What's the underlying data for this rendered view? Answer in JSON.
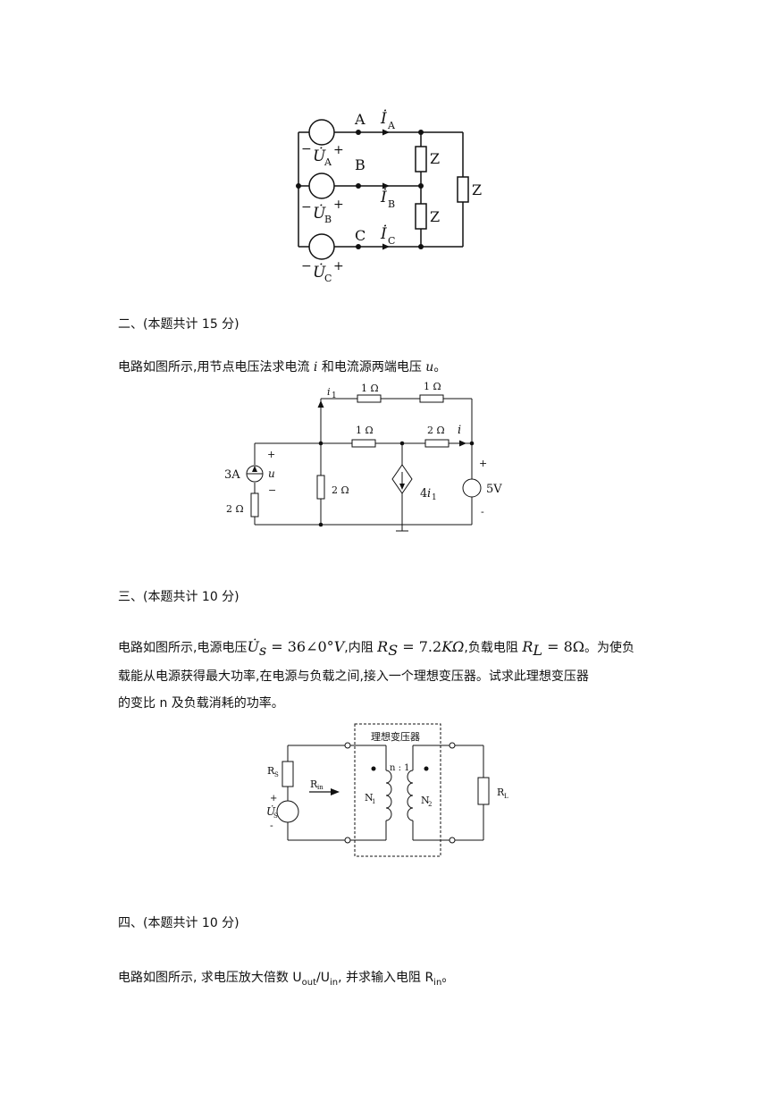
{
  "fig1": {
    "node_a": "A",
    "node_b": "B",
    "node_c": "C",
    "i_a": "İ",
    "i_a_sub": "A",
    "i_b": "İ",
    "i_b_sub": "B",
    "i_c": "İ",
    "i_c_sub": "C",
    "u_a": "U̇",
    "u_a_sub": "A",
    "u_b": "U̇",
    "u_b_sub": "B",
    "u_c": "U̇",
    "u_c_sub": "C",
    "minus": "−",
    "plus": "+",
    "z": "Z"
  },
  "q2": {
    "heading": "二、(本题共计 15 分)",
    "text": "电路如图所示,用节点电压法求电流 ",
    "var_i": "i",
    "text2": " 和电流源两端电压 ",
    "var_u": "u",
    "text3": "。",
    "fig": {
      "i1": "i",
      "i1_sub": "1",
      "r_top1": "1 Ω",
      "r_top2": "1 Ω",
      "r_mid1": "1 Ω",
      "r_mid2": "2 Ω",
      "i_label": "i",
      "src_current": "3A",
      "u_label": "u",
      "r_left": "2 Ω",
      "r_shunt": "2 Ω",
      "dep_src": "4",
      "dep_var": "i",
      "dep_sub": "1",
      "v_src": "5V",
      "plus": "+",
      "minus": "−",
      "dash": "-"
    }
  },
  "q3": {
    "heading": "三、(本题共计 10 分)",
    "line1_a": "电路如图所示,电源电压",
    "us_sym": "U̇",
    "us_sub": "s",
    "us_val": " = 36∠0°",
    "us_unit": "V",
    "line1_b": ",内阻 ",
    "rs_sym": "R",
    "rs_sub": "S",
    "rs_val": " = 7.2",
    "rs_unit": "KΩ",
    "line1_c": ",负载电阻 ",
    "rl_sym": "R",
    "rl_sub": "L",
    "rl_val": " = 8Ω",
    "line1_d": "。为使负",
    "line2": "载能从电源获得最大功率,在电源与负载之间,接入一个理想变压器。试求此理想变压器",
    "line3": "的变比 n 及负载消耗的功率。",
    "fig": {
      "box_label": "理想变压器",
      "ratio": "n : 1",
      "rs": "R",
      "rs_sub": "S",
      "rin": "R",
      "rin_sub": "in",
      "us": "U̇",
      "us_sub": "S",
      "n1": "N",
      "n1_sub": "1",
      "n2": "N",
      "n2_sub": "2",
      "rl": "R",
      "rl_sub": "L",
      "plus": "+",
      "minus": "-"
    }
  },
  "q4": {
    "heading": "四、(本题共计 10 分)",
    "text_a": "电路如图所示, 求电压放大倍数 U",
    "uout_sub": "out",
    "text_b": "/U",
    "uin_sub": "in",
    "text_c": ", 并求输入电阻 R",
    "rin_sub": "in",
    "text_d": "。"
  }
}
